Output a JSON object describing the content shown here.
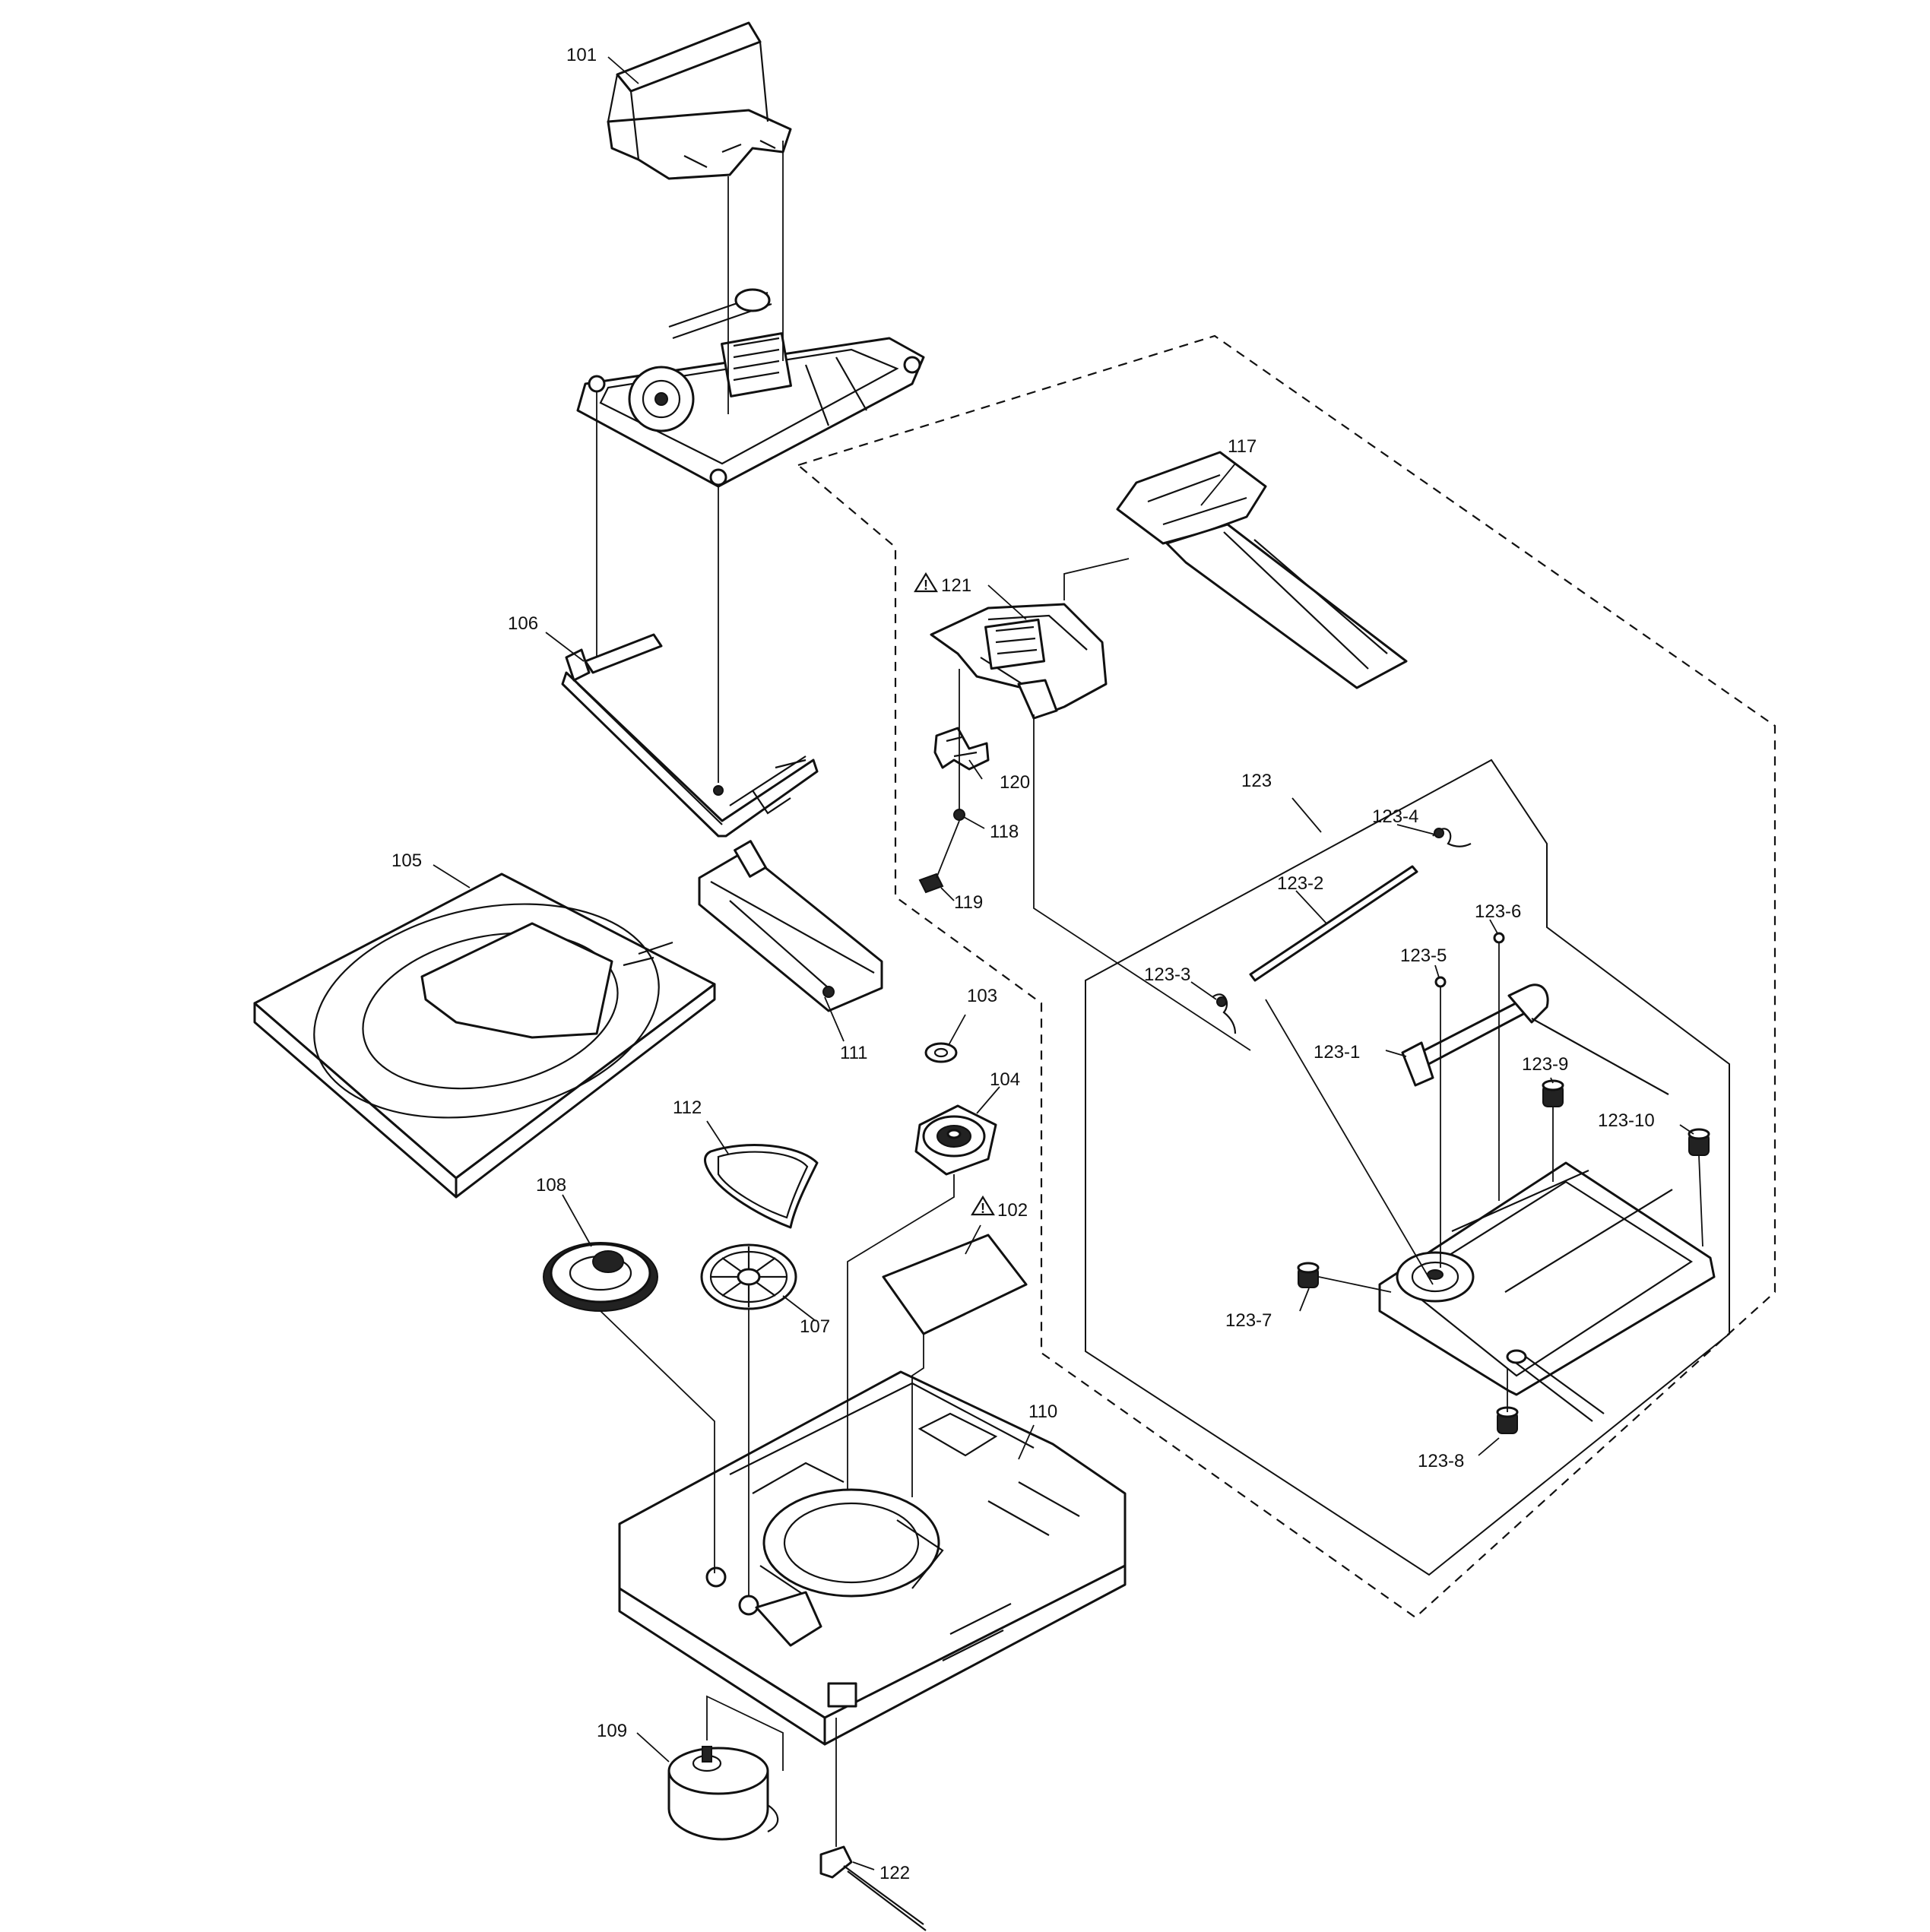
{
  "diagram": {
    "labels": {
      "l101": "101",
      "l102": "102",
      "l103": "103",
      "l104": "104",
      "l105": "105",
      "l106": "106",
      "l107": "107",
      "l108": "108",
      "l109": "109",
      "l110": "110",
      "l111": "111",
      "l112": "112",
      "l117": "117",
      "l118": "118",
      "l119": "119",
      "l120": "120",
      "l121": "121",
      "l122": "122",
      "l123": "123",
      "l123_1": "123-1",
      "l123_2": "123-2",
      "l123_3": "123-3",
      "l123_4": "123-4",
      "l123_5": "123-5",
      "l123_6": "123-6",
      "l123_7": "123-7",
      "l123_8": "123-8",
      "l123_9": "123-9",
      "l123_10": "123-10"
    },
    "safety_marks": {
      "mark102": "!",
      "mark121": "!"
    },
    "icons": {
      "safety_mark": "warning-triangle-icon"
    }
  }
}
